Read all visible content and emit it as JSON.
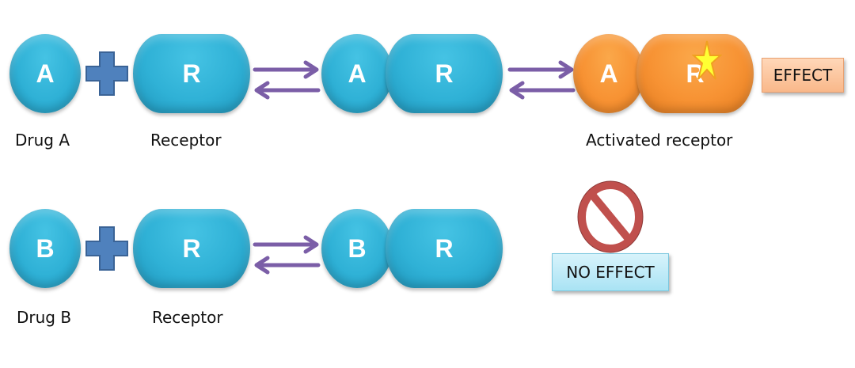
{
  "rows": [
    {
      "drug_letter": "A",
      "drug_label": "Drug A",
      "receptor_letter": "R",
      "receptor_label": "Receptor",
      "complex": {
        "drug_letter": "A",
        "receptor_letter": "R"
      },
      "activated": {
        "drug_letter": "A",
        "receptor_letter": "R",
        "label": "Activated receptor"
      },
      "outcome": "EFFECT"
    },
    {
      "drug_letter": "B",
      "drug_label": "Drug B",
      "receptor_letter": "R",
      "receptor_label": "Receptor",
      "complex": {
        "drug_letter": "B",
        "receptor_letter": "R"
      },
      "outcome": "NO EFFECT"
    }
  ],
  "icons": {
    "plus": "plus-icon",
    "equilibrium": "equilibrium-arrows-icon",
    "star": "star-icon",
    "prohibited": "prohibited-icon"
  },
  "colors": {
    "receptor_blue": "#2fb1d6",
    "activated_orange": "#f79233",
    "plus_blue": "#4f81bd",
    "arrow_purple": "#7b5ea7",
    "star_yellow": "#ffff33",
    "prohibited_red": "#c0504d"
  }
}
